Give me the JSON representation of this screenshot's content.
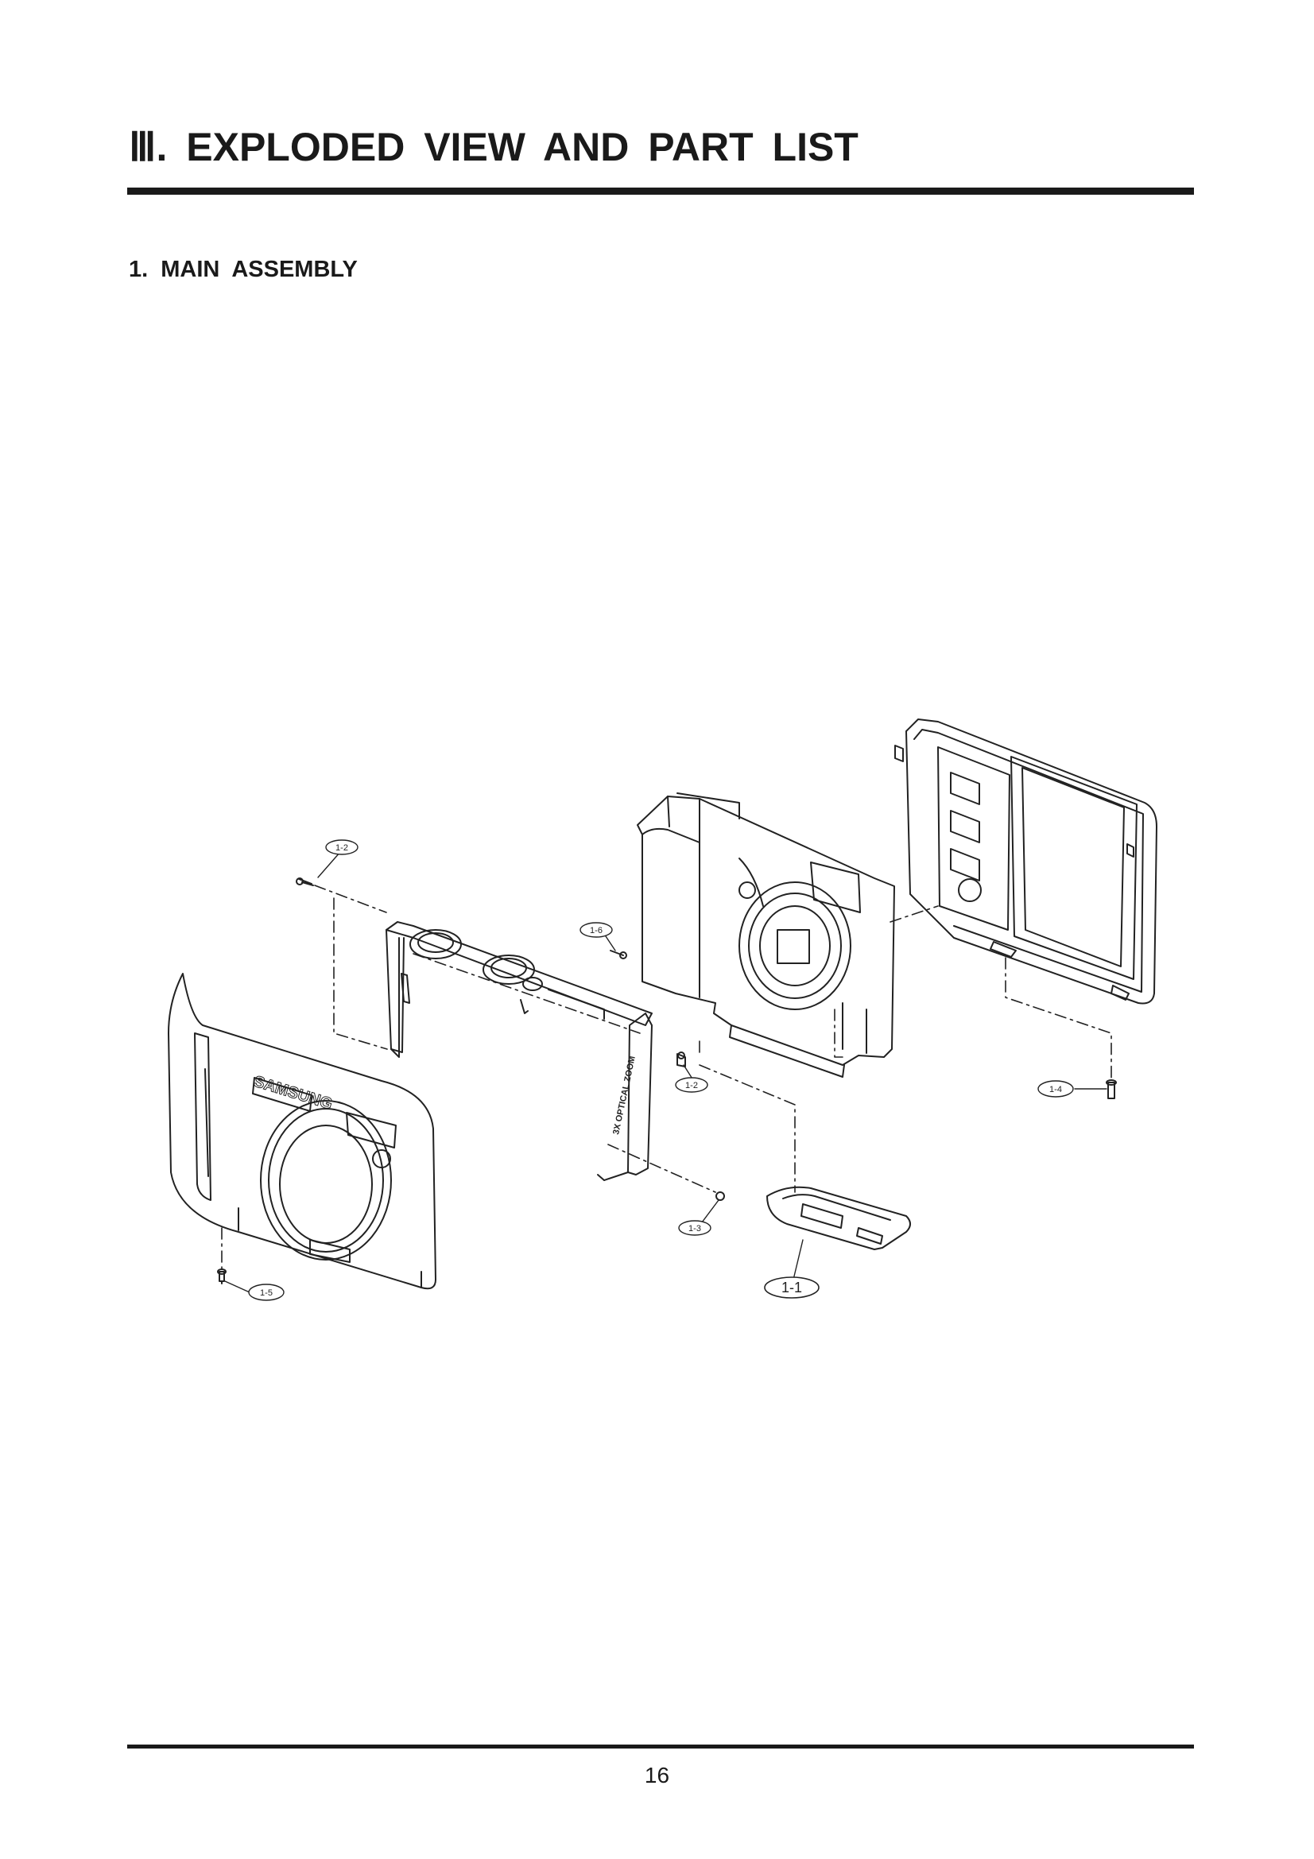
{
  "header": {
    "title": "Ⅲ. EXPLODED VIEW AND PART LIST"
  },
  "section": {
    "title": "1. MAIN ASSEMBLY"
  },
  "diagram": {
    "callouts": {
      "c_1_1": "1-1",
      "c_1_2_top": "1-2",
      "c_1_2_mid": "1-2",
      "c_1_3": "1-3",
      "c_1_4": "1-4",
      "c_1_5": "1-5",
      "c_1_6": "1-6"
    },
    "markings": {
      "brand": "SAMSUNG",
      "zoom_label": "3X OPTICAL ZOOM"
    }
  },
  "footer": {
    "page_number": "16"
  }
}
